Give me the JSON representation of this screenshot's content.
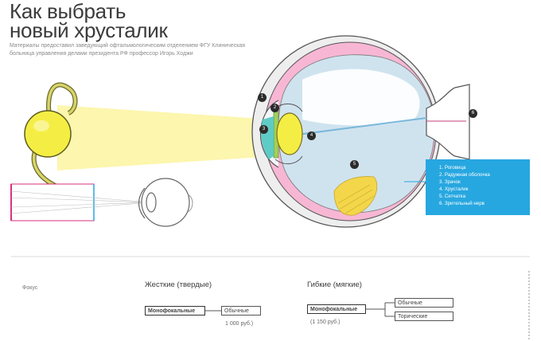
{
  "header": {
    "title": "Как выбрать\nновый хрусталик",
    "subtitle": "Материалы предоставил заведующий офтальмологическим отделением ФГУ Клиническая больница управления делами президента РФ профессор Игорь Ходжи"
  },
  "legend": {
    "items": [
      "1. Роговица",
      "2. Радужная оболочка",
      "3. Зрачок",
      "4. Хрусталик",
      "5. Сетчатка",
      "6. Зрительный нерв"
    ]
  },
  "markers": [
    "1",
    "2",
    "3",
    "4",
    "5",
    "6"
  ],
  "table": {
    "col_rigid": "Жесткие (твердые)",
    "col_flexible": "Гибкие (мягкие)",
    "row_label": "Фокус",
    "rigid_box_1": "Монофокальные",
    "rigid_box_2": "Обычные",
    "rigid_price": "1 000 руб.)",
    "flex_box_1": "Монофокальные",
    "flex_box_2": "Обычные",
    "flex_box_3": "Торические",
    "flex_price": "(1 150 руб.)"
  },
  "colors": {
    "accent_blue": "#27a7e0",
    "lens_yellow": "#f6f24f",
    "beam_yellow": "#fbf5a0",
    "sclera_pink": "#f7b7d4",
    "vitreous_blue": "#cfe3ef",
    "retina_yellow": "#f4d64a"
  }
}
